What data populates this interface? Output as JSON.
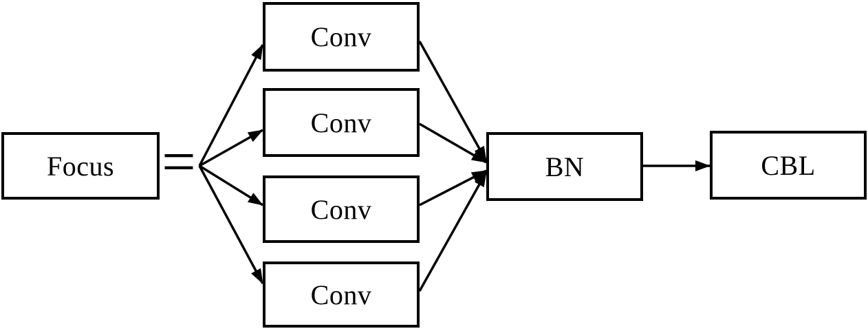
{
  "diagram": {
    "type": "flowchart",
    "description": "Focus module decomposition: Focus equals four parallel Conv operations whose outputs feed BN, followed by CBL",
    "nodes": {
      "focus": {
        "label": "Focus"
      },
      "equals": {
        "symbol": "="
      },
      "conv_1": {
        "label": "Conv"
      },
      "conv_2": {
        "label": "Conv"
      },
      "conv_3": {
        "label": "Conv"
      },
      "conv_4": {
        "label": "Conv"
      },
      "bn": {
        "label": "BN"
      },
      "cbl": {
        "label": "CBL"
      }
    },
    "edges": [
      {
        "from": "equals",
        "to": "conv_1"
      },
      {
        "from": "equals",
        "to": "conv_2"
      },
      {
        "from": "equals",
        "to": "conv_3"
      },
      {
        "from": "equals",
        "to": "conv_4"
      },
      {
        "from": "conv_1",
        "to": "bn"
      },
      {
        "from": "conv_2",
        "to": "bn"
      },
      {
        "from": "conv_3",
        "to": "bn"
      },
      {
        "from": "conv_4",
        "to": "bn"
      },
      {
        "from": "bn",
        "to": "cbl"
      }
    ],
    "colors": {
      "background": "#ffffff",
      "box_fill": "#ffffff",
      "box_border": "#000000",
      "line": "#000000",
      "text": "#000000"
    }
  }
}
